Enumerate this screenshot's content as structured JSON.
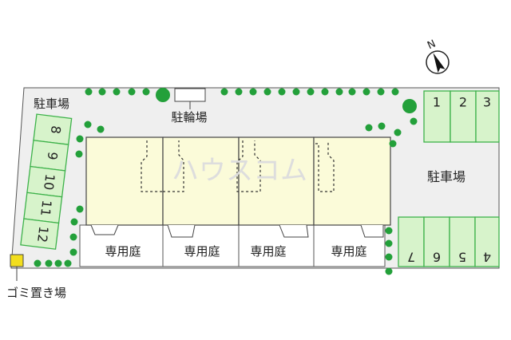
{
  "labels": {
    "parking_west": "駐車場",
    "parking_east": "駐車場",
    "bicycle_parking": "駐輪場",
    "garbage": "ゴミ置き場",
    "watermark": "ハウスコム"
  },
  "gardens": [
    "専用庭",
    "専用庭",
    "専用庭",
    "専用庭"
  ],
  "parking_west_spaces": [
    "8",
    "9",
    "10",
    "11",
    "12"
  ],
  "parking_ne_spaces": [
    "1",
    "2",
    "3"
  ],
  "parking_se_spaces": [
    "7",
    "6",
    "5",
    "4"
  ],
  "compass": {
    "label": "N"
  },
  "colors": {
    "lot": "#efefef",
    "building": "#fbfbd9",
    "parking": "#d7f3cb",
    "parking_stroke": "#3db24a",
    "tree": "#23a03a",
    "garbage": "#f2de1e"
  }
}
